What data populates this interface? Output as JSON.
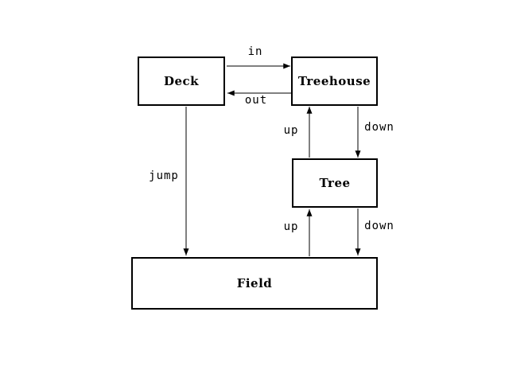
{
  "diagram": {
    "colors": {
      "background": "#ffffff",
      "line": "#000000",
      "text": "#000000"
    },
    "nodes": [
      {
        "id": "deck",
        "label": "Deck"
      },
      {
        "id": "treehouse",
        "label": "Treehouse"
      },
      {
        "id": "tree",
        "label": "Tree"
      },
      {
        "id": "field",
        "label": "Field"
      }
    ],
    "edges": [
      {
        "label": "in",
        "from": "Deck",
        "to": "Treehouse"
      },
      {
        "label": "out",
        "from": "Treehouse",
        "to": "Deck"
      },
      {
        "label": "up",
        "from": "Tree",
        "to": "Treehouse"
      },
      {
        "label": "down",
        "from": "Treehouse",
        "to": "Tree"
      },
      {
        "label": "jump",
        "from": "Deck",
        "to": "Field"
      },
      {
        "label": "up",
        "from": "Field",
        "to": "Tree"
      },
      {
        "label": "down",
        "from": "Tree",
        "to": "Field"
      }
    ]
  }
}
